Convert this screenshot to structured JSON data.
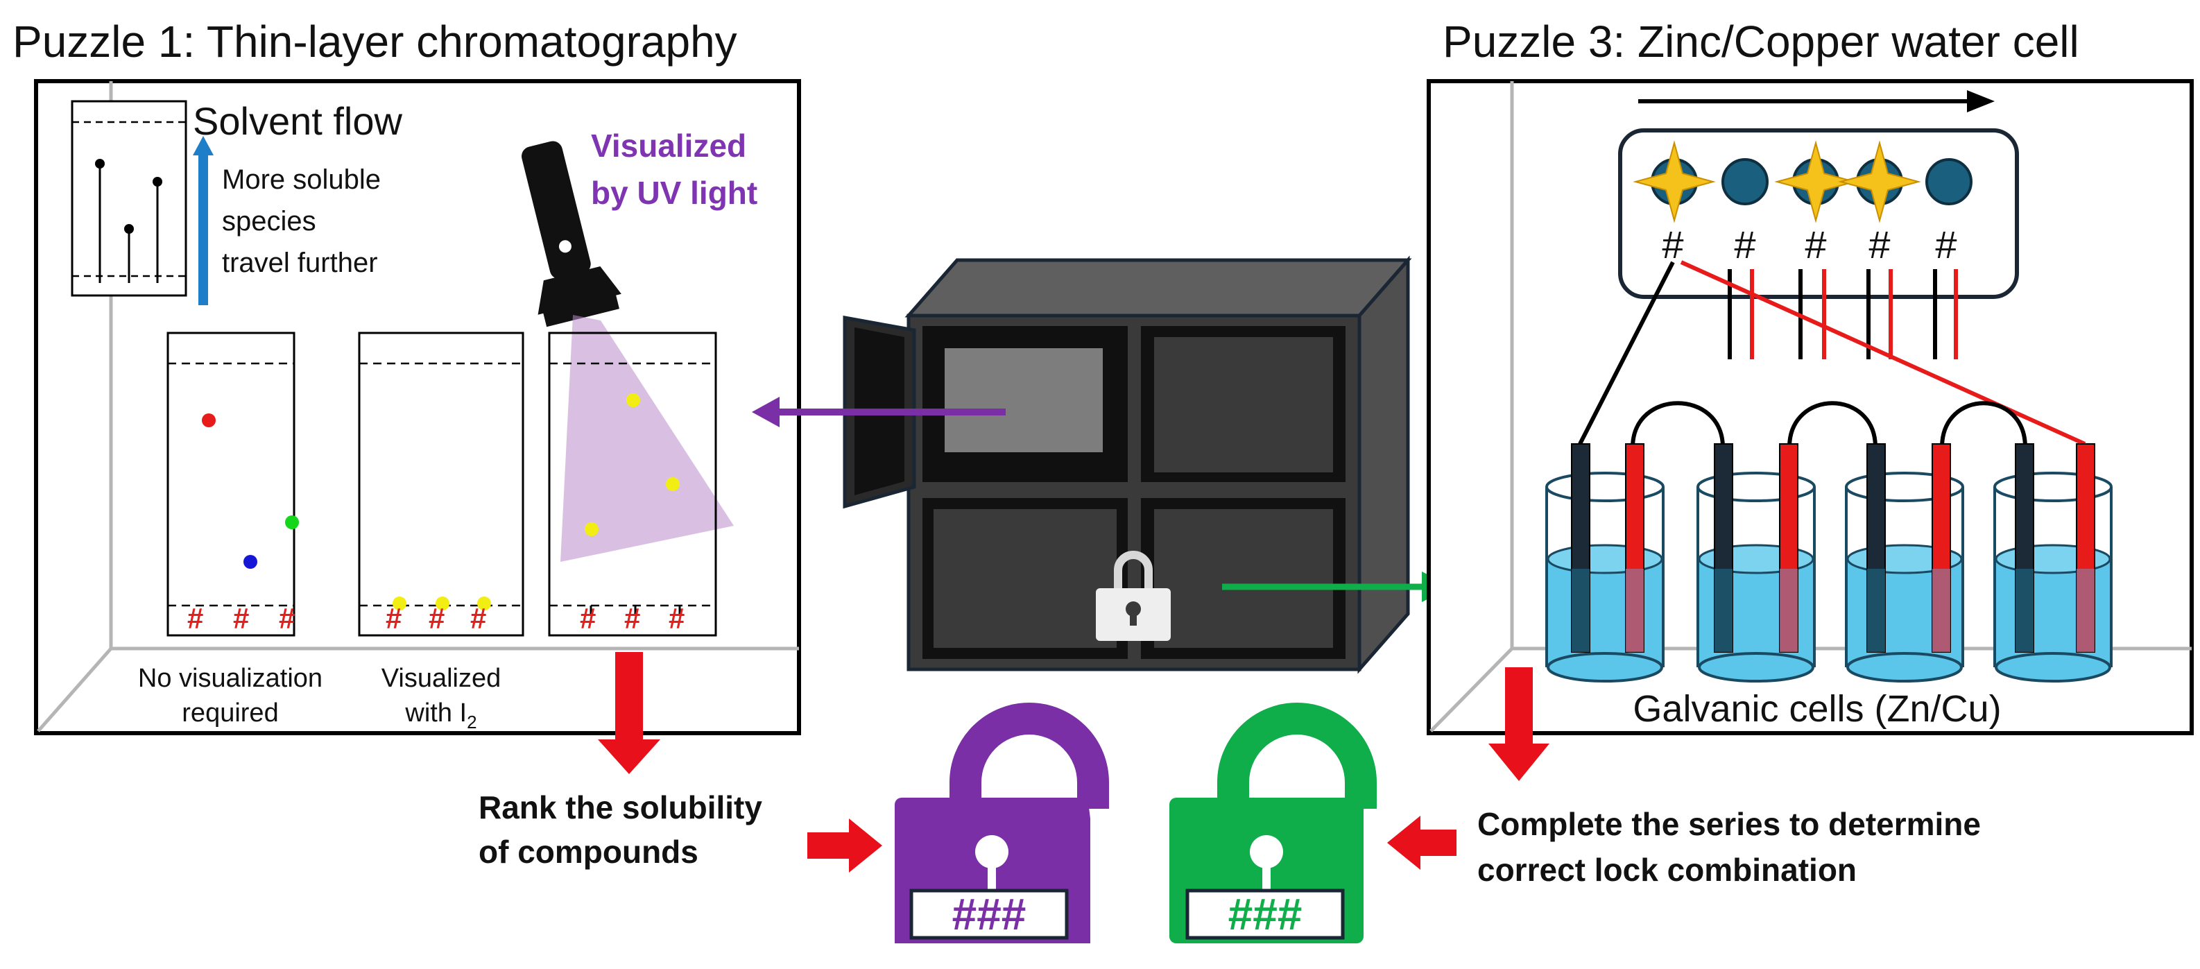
{
  "titles": {
    "puzzle1": "Puzzle 1: Thin-layer chromatography",
    "puzzle3": "Puzzle 3: Zinc/Copper water cell"
  },
  "tlc": {
    "solvent_flow": "Solvent flow",
    "soluble_line1": "More soluble",
    "soluble_line2": "species",
    "soluble_line3": "travel further",
    "uv_line1": "Visualized",
    "uv_line2": "by UV light",
    "hash_mark": "#",
    "caption1_line1": "No visualization",
    "caption1_line2": "required",
    "caption2_line1": "Visualized",
    "caption2_line2_prefix": "with I",
    "caption2_line2_sub": "2"
  },
  "cell": {
    "hash_mark": "#",
    "galvanic_label": "Galvanic cells (Zn/Cu)"
  },
  "bottom": {
    "rank_line1": "Rank the solubility",
    "rank_line2": "of compounds",
    "series_line1": "Complete the series to determine",
    "series_line2": "correct lock combination",
    "purple_code": "###",
    "green_code": "###"
  },
  "colors": {
    "purple": "#7a2fa6",
    "green": "#0fae4b",
    "red_arrow": "#e8111b",
    "uv_text": "#7f35b2",
    "flow_arrow": "#1f7ec8",
    "water": "#5bc6ea",
    "cabinet": "#3a3a3a"
  }
}
